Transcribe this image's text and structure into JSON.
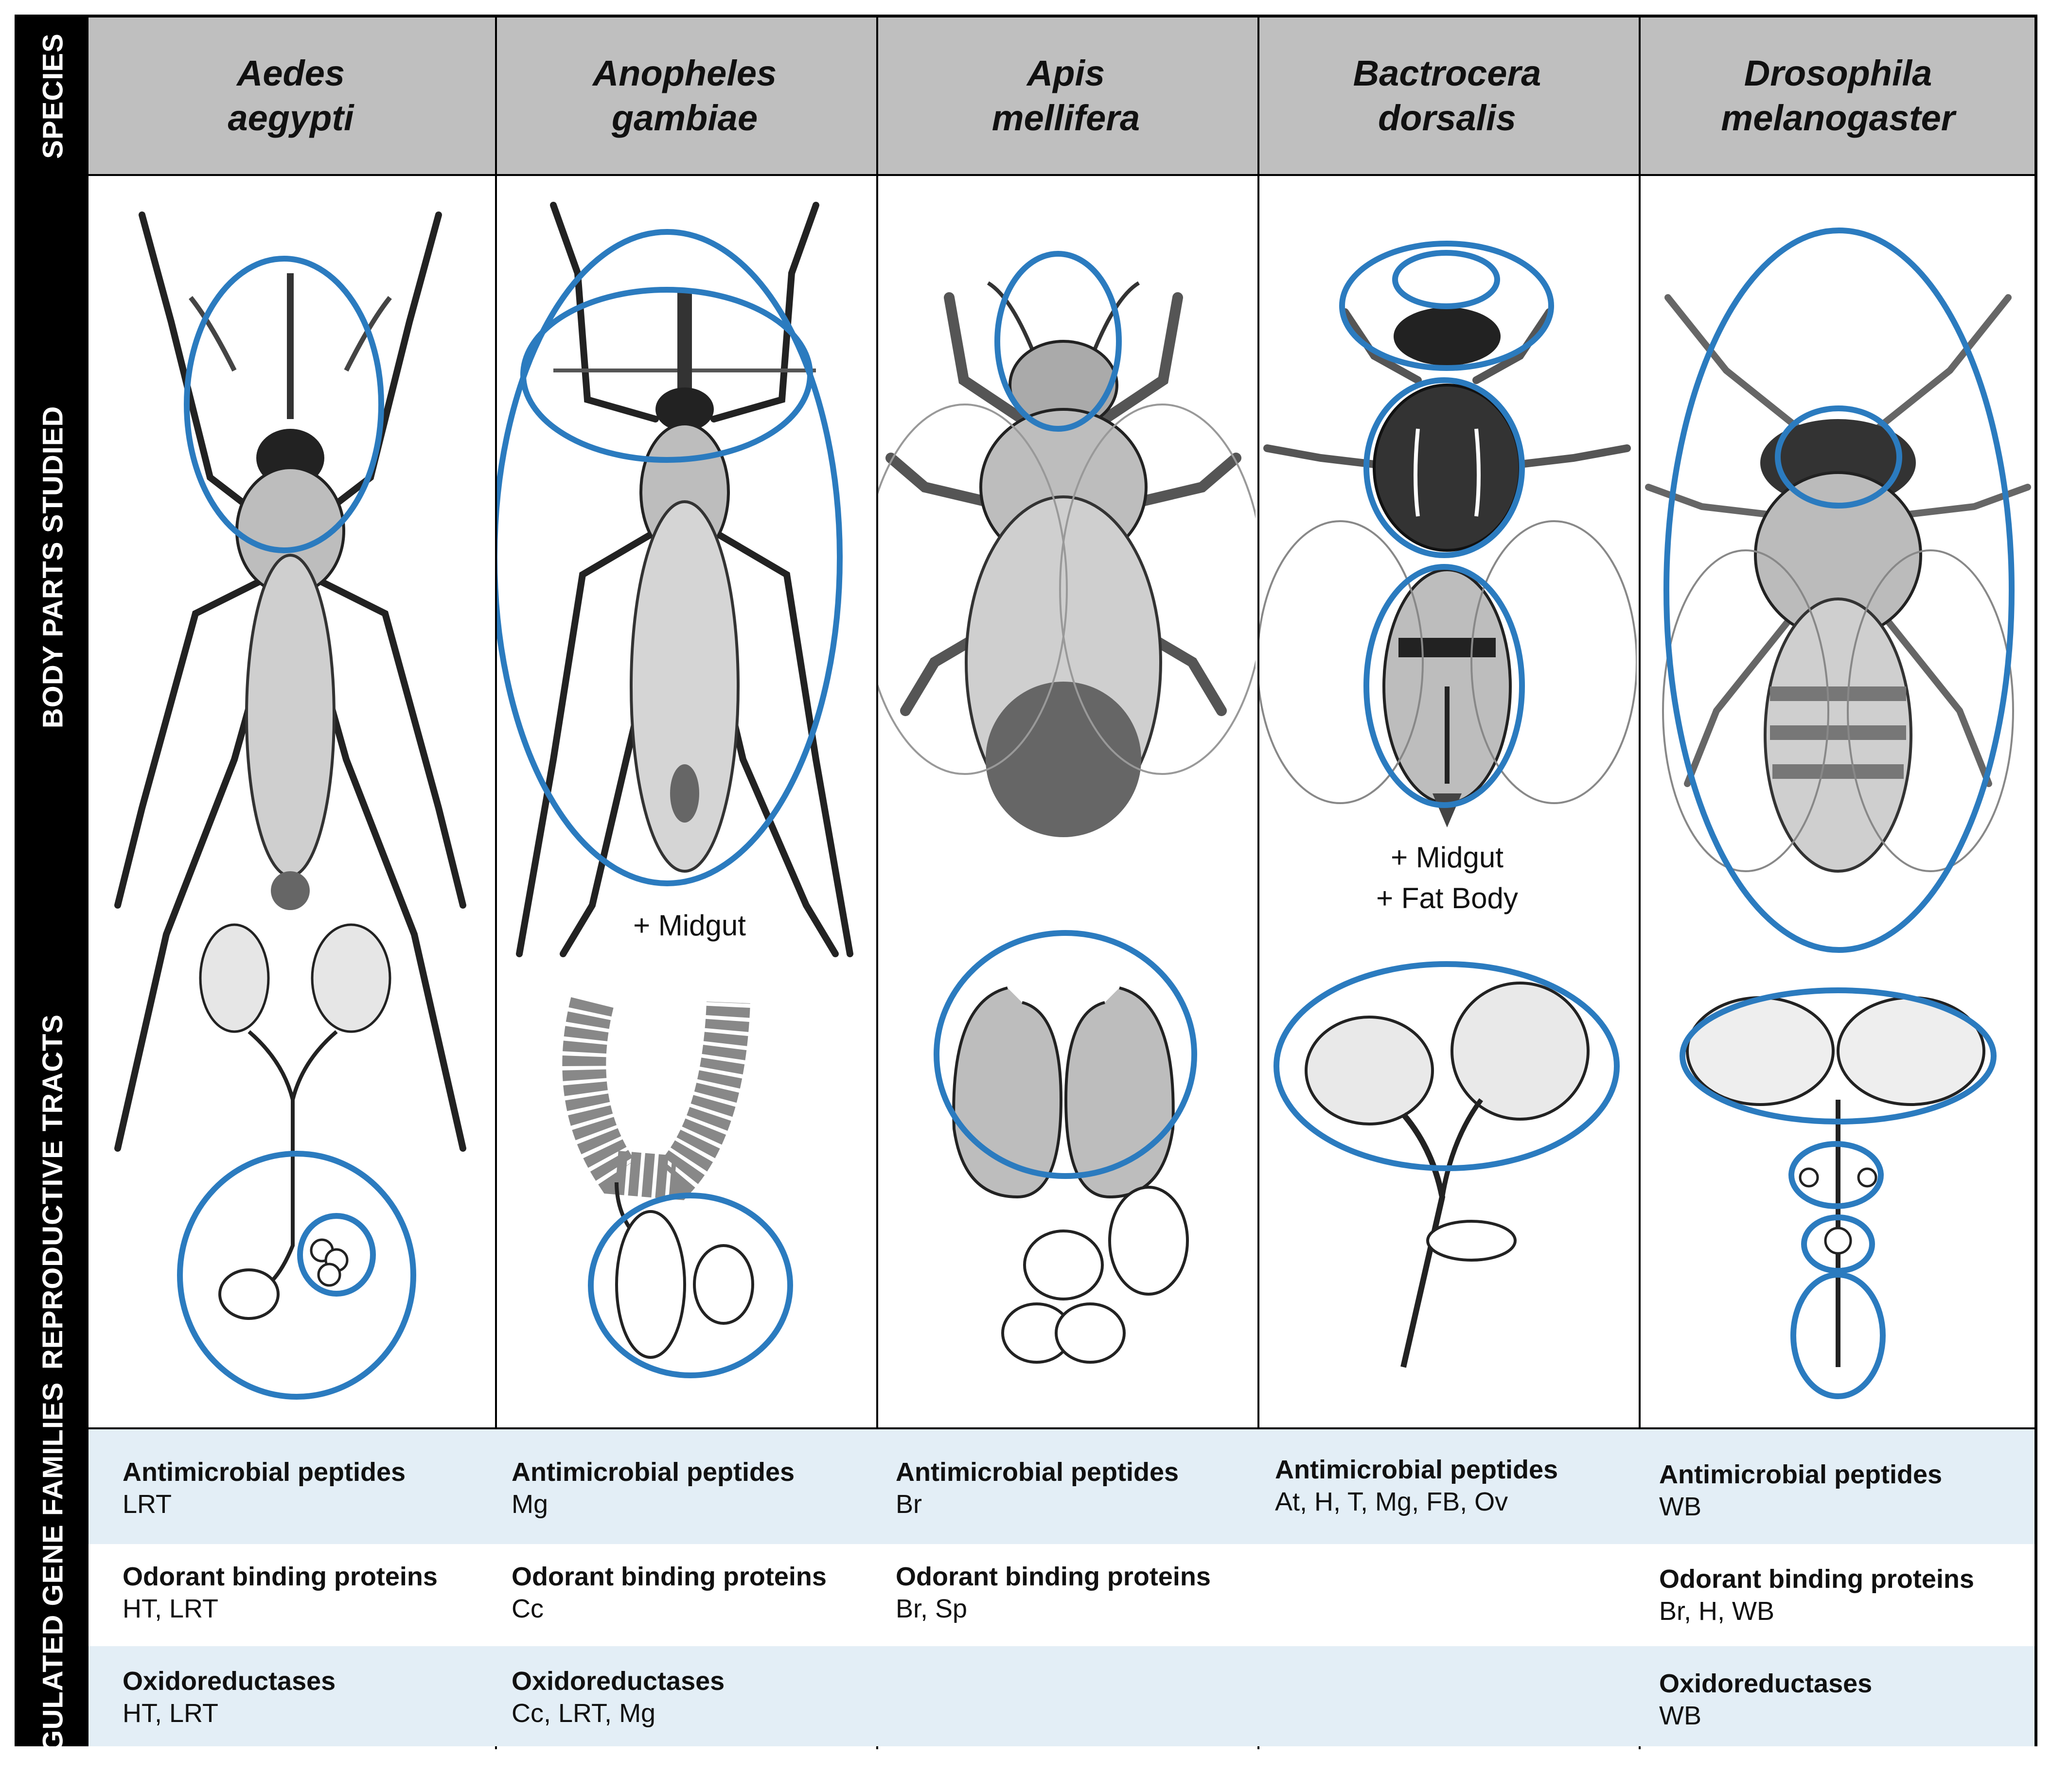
{
  "side_labels": {
    "species": "SPECIES",
    "body_parts": "BODY PARTS STUDIED",
    "reproductive": "REPRODUCTIVE TRACTS",
    "gene_families": "REGULATED GENE FAMILIES"
  },
  "species": [
    {
      "line1": "Aedes",
      "line2": "aegypti",
      "extra1": "",
      "extra2": "",
      "amp_label": "Antimicrobial peptides",
      "amp_val": "LRT",
      "obp_label": "Odorant binding proteins",
      "obp_val": "HT, LRT",
      "oxi_label": "Oxidoreductases",
      "oxi_val": "HT, LRT"
    },
    {
      "line1": "Anopheles",
      "line2": "gambiae",
      "extra1": "+ Midgut",
      "extra2": "",
      "amp_label": "Antimicrobial peptides",
      "amp_val": "Mg",
      "obp_label": "Odorant binding proteins",
      "obp_val": "Cc",
      "oxi_label": "Oxidoreductases",
      "oxi_val": "Cc, LRT, Mg"
    },
    {
      "line1": "Apis",
      "line2": "mellifera",
      "extra1": "",
      "extra2": "",
      "amp_label": "Antimicrobial peptides",
      "amp_val": "Br",
      "obp_label": "Odorant binding proteins",
      "obp_val": "Br, Sp",
      "oxi_label": "",
      "oxi_val": ""
    },
    {
      "line1": "Bactrocera",
      "line2": "dorsalis",
      "extra1": "+ Midgut",
      "extra2": "+ Fat Body",
      "amp_label": "Antimicrobial peptides",
      "amp_val": "At, H, T, Mg, FB, Ov",
      "obp_label": "",
      "obp_val": "",
      "oxi_label": "",
      "oxi_val": ""
    },
    {
      "line1": "Drosophila",
      "line2": "melanogaster",
      "extra1": "",
      "extra2": "",
      "amp_label": "Antimicrobial peptides",
      "amp_val": "WB",
      "obp_label": "Odorant binding proteins",
      "obp_val": "Br, H, WB",
      "oxi_label": "Oxidoreductases",
      "oxi_val": "WB"
    }
  ],
  "colors": {
    "ring": "#2b7bbf",
    "header": "#bfbfbf",
    "band": "#e3eef6"
  }
}
